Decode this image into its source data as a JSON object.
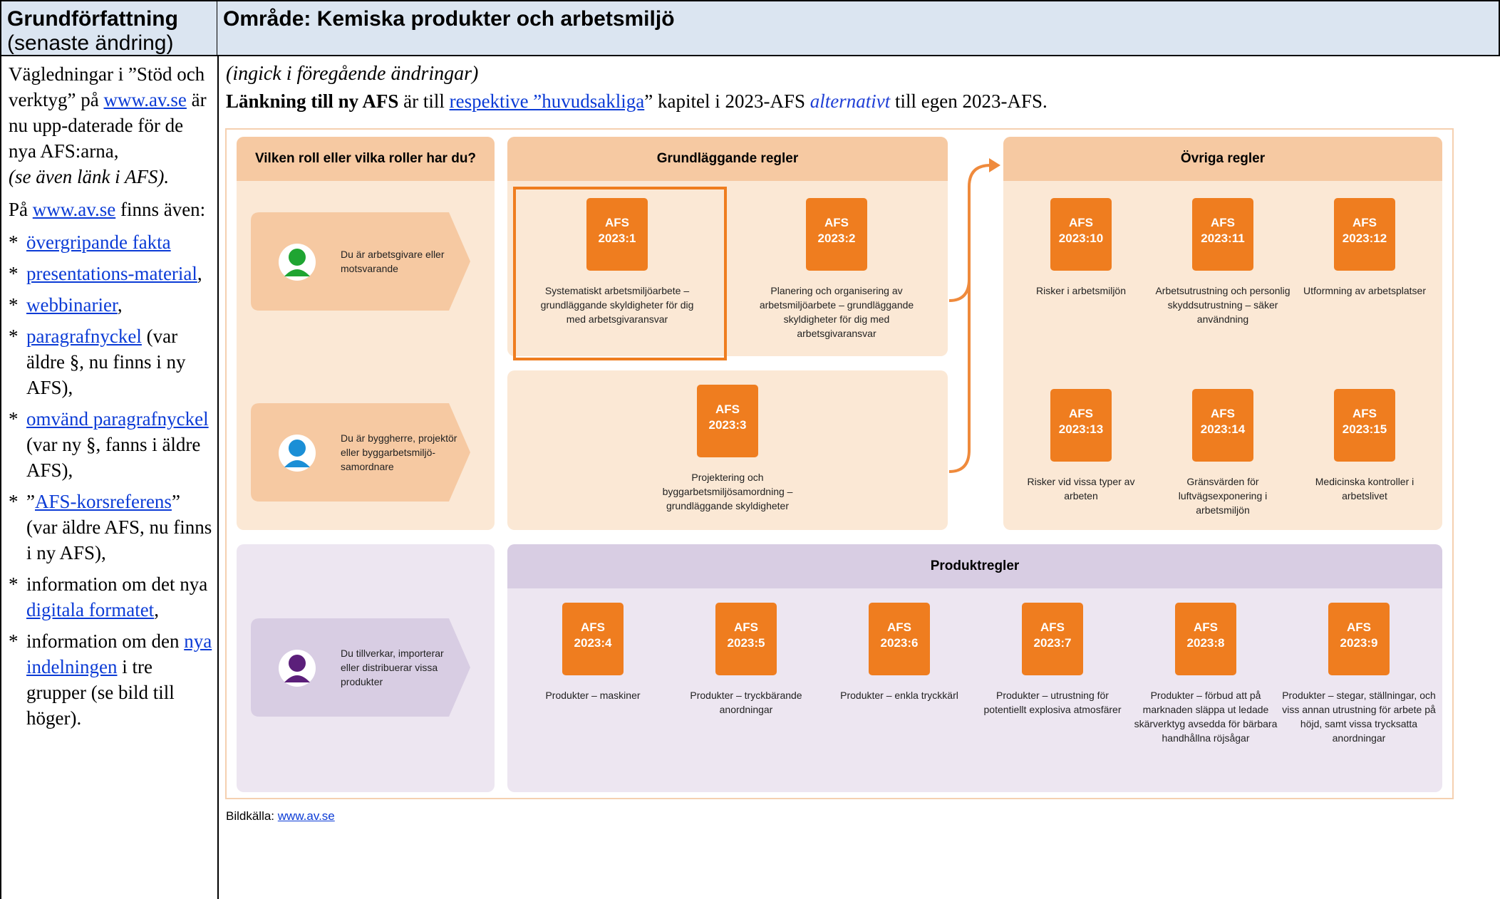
{
  "header": {
    "left_title": "Grundförfattning",
    "left_subtitle": "(senaste ändring)",
    "right_title": "Område: Kemiska produkter och arbetsmiljö"
  },
  "left": {
    "p1_a": "Vägledningar i ”Stöd och verktyg” på ",
    "p1_link": "www.av.se",
    "p1_b": " är nu upp-daterade för de nya AFS:arna,",
    "p1_c": "(se även länk i AFS).",
    "p2_a": "På ",
    "p2_link": "www.av.se",
    "p2_b": " finns även:",
    "items": [
      {
        "star": "*",
        "link": "övergripande fakta",
        "after": ""
      },
      {
        "star": "*",
        "link": "presentations-material",
        "after": ","
      },
      {
        "star": "*",
        "link": "webbinarier",
        "after": ","
      },
      {
        "star": "*",
        "link": "paragrafnyckel",
        "after": " (var äldre §, nu finns i ny AFS),"
      },
      {
        "star": "*",
        "link": "omvänd paragrafnyckel",
        "after": " (var ny §, fanns i äldre AFS),"
      },
      {
        "star": "*",
        "before": "”",
        "link": "AFS-korsreferens",
        "after": "” (var äldre AFS, nu finns i ny AFS),"
      },
      {
        "star": "*",
        "before": "information om det nya ",
        "link": "digitala formatet",
        "after": ","
      },
      {
        "star": "*",
        "before": "information om den ",
        "link": "nya indelningen",
        "after": " i tre grupper (se bild till höger)."
      }
    ]
  },
  "right": {
    "intro1": "(ingick i föregående ändringar)",
    "intro2_bold": "Länkning till ny AFS",
    "intro2_a": " är till ",
    "intro2_link": "respektive ”huvudsakliga",
    "intro2_b": "” kapitel i 2023-AFS ",
    "intro2_italic": "alternativt",
    "intro2_c": " till egen 2023-AFS."
  },
  "figure": {
    "roles_title": "Vilken roll eller vilka roller har du?",
    "grund_title": "Grundläggande regler",
    "ovriga_title": "Övriga regler",
    "produkt_title": "Produktregler",
    "roles": [
      {
        "text": "Du är arbetsgivare eller motsvarande",
        "color": "#1fa532"
      },
      {
        "text": "Du är byggherre, projektör eller byggarbetsmiljö-samordnare",
        "color": "#1b8fd6"
      },
      {
        "text": "Du tillverkar, importerar eller distribuerar vissa produkter",
        "color": "#5b1f7a"
      }
    ],
    "afs": [
      {
        "code": "AFS",
        "num": "2023:1",
        "desc": "Systematiskt arbetsmiljöarbete – grundläggande skyldigheter för dig med arbetsgivaransvar"
      },
      {
        "code": "AFS",
        "num": "2023:2",
        "desc": "Planering och organisering av arbetsmiljöarbete – grundläggande skyldigheter för dig med arbetsgivaransvar"
      },
      {
        "code": "AFS",
        "num": "2023:3",
        "desc": "Projektering och byggarbetsmiljösamordning – grundläggande skyldigheter"
      },
      {
        "code": "AFS",
        "num": "2023:10",
        "desc": "Risker i arbetsmiljön"
      },
      {
        "code": "AFS",
        "num": "2023:11",
        "desc": "Arbetsutrustning och personlig skyddsutrustning – säker användning"
      },
      {
        "code": "AFS",
        "num": "2023:12",
        "desc": "Utformning av arbetsplatser"
      },
      {
        "code": "AFS",
        "num": "2023:13",
        "desc": "Risker vid vissa typer av arbeten"
      },
      {
        "code": "AFS",
        "num": "2023:14",
        "desc": "Gränsvärden för luftvägsexponering i arbetsmiljön"
      },
      {
        "code": "AFS",
        "num": "2023:15",
        "desc": "Medicinska kontroller i arbetslivet"
      },
      {
        "code": "AFS",
        "num": "2023:4",
        "desc": "Produkter – maskiner"
      },
      {
        "code": "AFS",
        "num": "2023:5",
        "desc": "Produkter – tryckbärande anordningar"
      },
      {
        "code": "AFS",
        "num": "2023:6",
        "desc": "Produkter – enkla tryckkärl"
      },
      {
        "code": "AFS",
        "num": "2023:7",
        "desc": "Produkter – utrustning för potentiellt explosiva atmosfärer"
      },
      {
        "code": "AFS",
        "num": "2023:8",
        "desc": "Produkter – förbud att på marknaden släppa ut ledade skärverktyg avsedda för bärbara handhållna röjsågar"
      },
      {
        "code": "AFS",
        "num": "2023:9",
        "desc": "Produkter – stegar, ställningar, och viss annan utrustning för arbete på höjd, samt vissa trycksatta anordningar"
      }
    ]
  },
  "caption": {
    "label": "Bildkälla: ",
    "link": "www.av.se"
  }
}
